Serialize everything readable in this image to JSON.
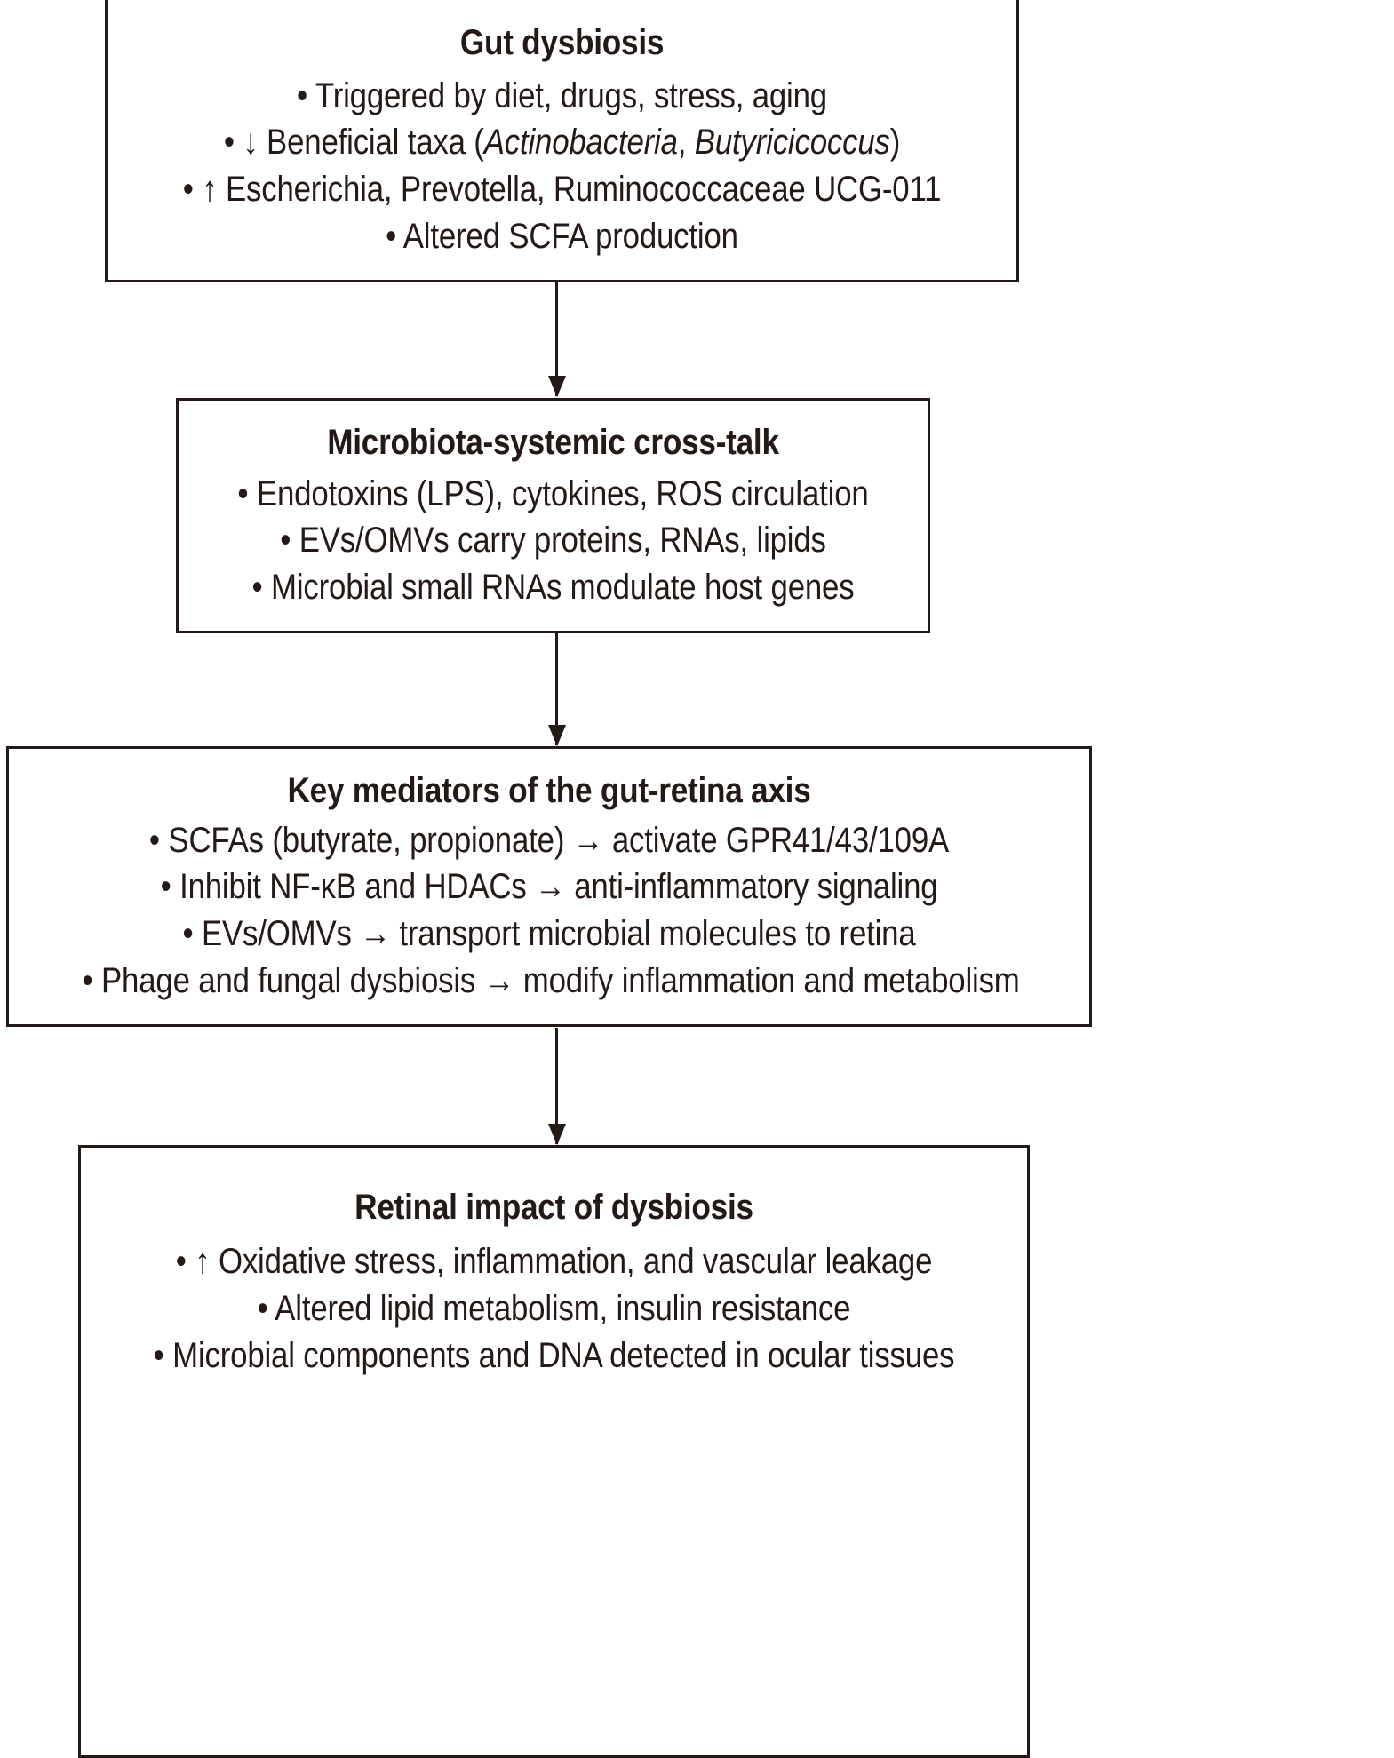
{
  "diagram": {
    "type": "vertical-flowchart",
    "orientation": "top-to-bottom",
    "node_count": 4,
    "connector_count": 3,
    "colors": {
      "text": "#231916",
      "border": "#231916",
      "background": "#ffffff"
    },
    "nodes": [
      {
        "id": "gut-dysbiosis",
        "title": "Gut dysbiosis",
        "bullets": [
          "• Triggered by diet, drugs, stress, aging",
          "• ↓ Beneficial taxa (Actinobacteria, Butyricicoccus)",
          "• ↑ Escherichia, Prevotella, Ruminococcaceae UCG-011",
          "• Altered SCFA production"
        ]
      },
      {
        "id": "cross-talk",
        "title": "Microbiota-systemic cross-talk",
        "bullets": [
          "• Endotoxins (LPS), cytokines, ROS circulation",
          "• EVs/OMVs carry proteins, RNAs, lipids",
          "• Microbial small RNAs modulate host genes"
        ]
      },
      {
        "id": "key-mediators",
        "title": "Key mediators of the gut-retina axis",
        "bullets": [
          "• SCFAs (butyrate, propionate) → activate GPR41/43/109A",
          "• Inhibit NF-κB and HDACs → anti-inflammatory signaling",
          "• EVs/OMVs → transport microbial molecules to retina",
          "• Phage and fungal dysbiosis → modify inflammation and metabolism"
        ]
      },
      {
        "id": "retinal-impact",
        "title": "Retinal impact of dysbiosis",
        "bullets": [
          "• ↑ Oxidative stress, inflammation, and vascular leakage",
          "• Altered lipid metabolism, insulin resistance",
          "• Microbial components and DNA detected in ocular tissues"
        ]
      }
    ],
    "connectors": [
      {
        "id": "arrow-gut-to-crosstalk",
        "from": "gut-dysbiosis",
        "to": "cross-talk",
        "glyph": "↓"
      },
      {
        "id": "arrow-crosstalk-to-mediators",
        "from": "cross-talk",
        "to": "key-mediators",
        "glyph": "↓"
      },
      {
        "id": "arrow-mediators-to-retinal",
        "from": "key-mediators",
        "to": "retinal-impact",
        "glyph": "↓"
      }
    ]
  },
  "box1": {
    "title": "Gut dysbiosis",
    "l1": "• Triggered by diet, drugs, stress, aging",
    "l2_a": "• ↓ Beneficial taxa (",
    "l2_b": "Actinobacteria",
    "l2_c": ", ",
    "l2_d": "Butyricicoccus",
    "l2_e": ")",
    "l3": "• ↑ Escherichia, Prevotella, Ruminococcaceae UCG-011",
    "l4": "• Altered SCFA production"
  },
  "box2": {
    "title": "Microbiota-systemic cross-talk",
    "l1": "• Endotoxins (LPS), cytokines, ROS circulation",
    "l2": "• EVs/OMVs carry proteins, RNAs, lipids",
    "l3": "• Microbial small RNAs modulate host genes"
  },
  "box3": {
    "title": "Key mediators of the gut-retina axis",
    "l1": "• SCFAs (butyrate, propionate) → activate GPR41/43/109A",
    "l2": "• Inhibit NF-κB and HDACs → anti-inflammatory signaling",
    "l3": "• EVs/OMVs → transport microbial molecules to retina",
    "l4": "• Phage and fungal dysbiosis → modify inflammation and metabolism"
  },
  "box4": {
    "title": "Retinal impact of dysbiosis",
    "l1": "• ↑ Oxidative stress, inflammation, and vascular leakage",
    "l2": "• Altered lipid metabolism, insulin resistance",
    "l3": "• Microbial components and DNA detected in ocular tissues"
  }
}
